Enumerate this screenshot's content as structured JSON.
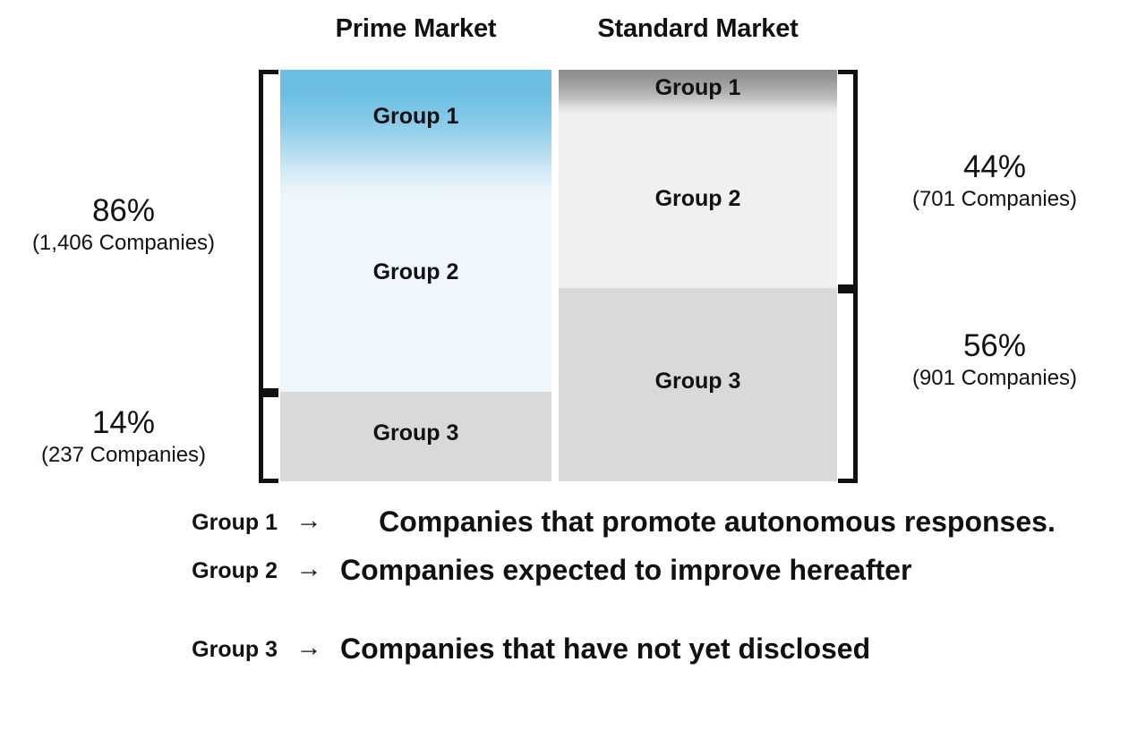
{
  "columns": {
    "prime": {
      "header": "Prime Market",
      "segments": [
        {
          "label": "Group 1"
        },
        {
          "label": "Group 2"
        },
        {
          "label": "Group 3"
        }
      ]
    },
    "standard": {
      "header": "Standard Market",
      "segments": [
        {
          "label": "Group 1"
        },
        {
          "label": "Group 2"
        },
        {
          "label": "Group 3"
        }
      ]
    }
  },
  "annotations": {
    "prime_upper": {
      "percent": "86%",
      "count": "(1,406 Companies)"
    },
    "prime_lower": {
      "percent": "14%",
      "count": "(237 Companies)"
    },
    "standard_upper": {
      "percent": "44%",
      "count": "(701 Companies)"
    },
    "standard_lower": {
      "percent": "56%",
      "count": "(901 Companies)"
    }
  },
  "legend": {
    "arrow": "→",
    "rows": [
      {
        "key": "Group 1",
        "desc": "Companies that promote autonomous responses."
      },
      {
        "key": "Group 2",
        "desc": "Companies expected to improve hereafter"
      },
      {
        "key": "Group 3",
        "desc": "Companies that have not yet disclosed"
      }
    ]
  },
  "chart_data": {
    "type": "bar",
    "title": "",
    "categories": [
      "Prime Market",
      "Standard Market"
    ],
    "series": [
      {
        "name": "Group 1",
        "values": [
          null,
          null
        ]
      },
      {
        "name": "Group 2",
        "values": [
          null,
          null
        ]
      },
      {
        "name": "Group 3",
        "values": [
          237,
          901
        ]
      }
    ],
    "groupings": [
      {
        "category": "Prime Market",
        "parts": [
          {
            "name": "Group 1 + Group 2",
            "percent": 86,
            "companies": 1406
          },
          {
            "name": "Group 3",
            "percent": 14,
            "companies": 237
          }
        ]
      },
      {
        "category": "Standard Market",
        "parts": [
          {
            "name": "Group 1 + Group 2",
            "percent": 44,
            "companies": 701
          },
          {
            "name": "Group 3",
            "percent": 56,
            "companies": 901
          }
        ]
      }
    ],
    "xlabel": "",
    "ylabel": "",
    "grid": false,
    "legend_position": "bottom"
  },
  "colors": {
    "prime_blue_top": "#6CBFE3",
    "prime_blue_bottom": "#EFF6FD",
    "standard_dark_top": "#8E8E8E",
    "standard_light": "#F0F0F0",
    "group3_gray": "#D9D9D9",
    "text": "#111111"
  }
}
